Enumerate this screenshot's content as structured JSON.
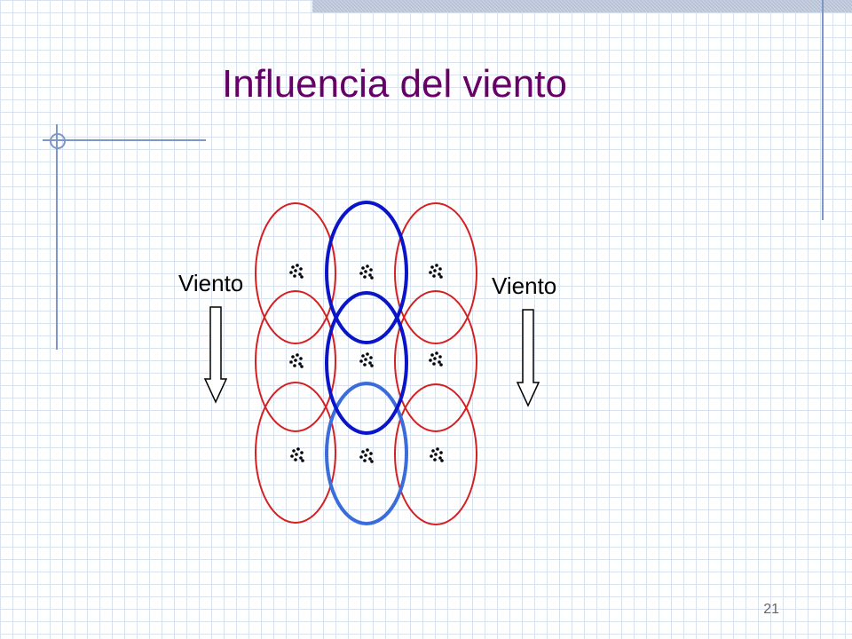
{
  "slide": {
    "title": "Influencia del viento",
    "page_number": "21"
  },
  "diagram": {
    "wind_label_left": "Viento",
    "wind_label_right": "Viento",
    "colors": {
      "title": "#660066",
      "side_ellipse": "#d42020",
      "center_ellipse": "#0a14c8",
      "center_ellipse_light": "#3a6cdc",
      "arrow": "#000000",
      "grid": "#d9e2ef"
    }
  }
}
